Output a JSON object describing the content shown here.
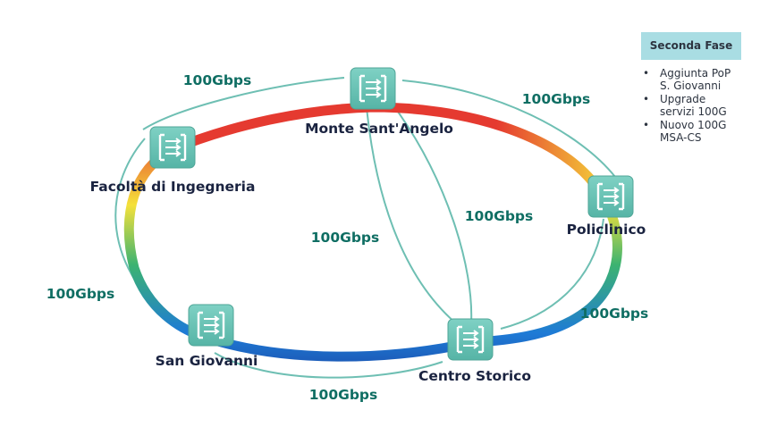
{
  "nodes": {
    "monte_sant_angelo": "Monte Sant'Angelo",
    "facolta_ingegneria": "Facoltà di Ingegneria",
    "policlinico": "Policlinico",
    "san_giovanni": "San Giovanni",
    "centro_storico": "Centro Storico"
  },
  "links": {
    "facolta_monte": "100Gbps",
    "monte_policlinico": "100Gbps",
    "monte_centro_left": "100Gbps",
    "monte_centro_right": "100Gbps",
    "facolta_sangiovanni": "100Gbps",
    "policlinico_centro": "100Gbps",
    "sangiovanni_centro": "100Gbps"
  },
  "panel": {
    "title": "Seconda Fase",
    "items": [
      [
        "Aggiunta PoP",
        "S. Giovanni"
      ],
      [
        "Upgrade",
        "servizi 100G"
      ],
      [
        "Nuovo 100G",
        "MSA-CS"
      ]
    ]
  },
  "colors": {
    "router_fill": "#66c6b8",
    "link_stroke": "#6ebfb3",
    "label_text": "#0f6e63",
    "panel_header": "#a9dde3",
    "ring_gradient": [
      "#e53a30",
      "#e53a30",
      "#f5e13a",
      "#3cb371",
      "#1e7bd6",
      "#1b3d9c"
    ]
  },
  "icons": [
    "router-icon"
  ]
}
